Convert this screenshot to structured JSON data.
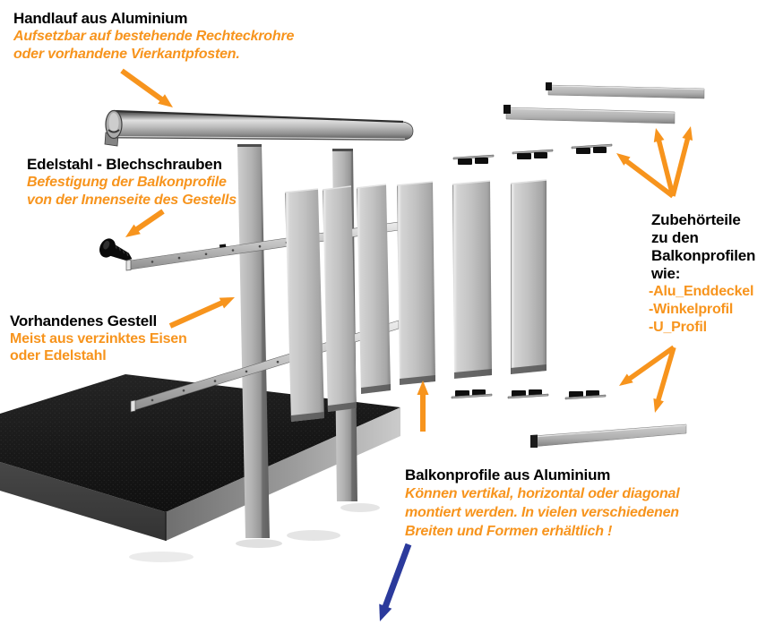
{
  "colors": {
    "accent_orange": "#F7941D",
    "arrow_blue": "#2B3A9C",
    "text_black": "#000000"
  },
  "annotations": {
    "handlauf": {
      "title": "Handlauf aus Aluminium",
      "lines": [
        "Aufsetzbar auf bestehende Rechteckrohre",
        "oder vorhandene Vierkantpfosten."
      ]
    },
    "schrauben": {
      "title": "Edelstahl - Blechschrauben",
      "lines": [
        "Befestigung der Balkonprofile",
        "von der Innenseite des Gestells"
      ]
    },
    "gestell": {
      "title": "Vorhandenes Gestell",
      "lines": [
        "Meist aus verzinktes Eisen",
        "oder Edelstahl"
      ]
    },
    "zubehoer": {
      "title_lines": [
        "Zubehörteile",
        "zu den",
        "Balkonprofilen",
        "wie:"
      ],
      "items": [
        "-Alu_Enddeckel",
        "-Winkelprofil",
        "-U_Profil"
      ]
    },
    "balkonprofile": {
      "title": "Balkonprofile aus Aluminium",
      "lines": [
        "Können vertikal, horizontal oder diagonal",
        "montiert werden. In vielen verschiedenen",
        "Breiten und Formen erhältlich !"
      ]
    }
  },
  "diagram": {
    "parts": [
      "handrail-3d",
      "post-left",
      "post-right",
      "rail-upper",
      "rail-lower",
      "screw-3d",
      "balcony-slat",
      "platform-base",
      "accessory-profile-bar",
      "end-cap",
      "u-profile-bar"
    ],
    "arrow_count_orange": 8,
    "arrow_count_blue": 1
  }
}
